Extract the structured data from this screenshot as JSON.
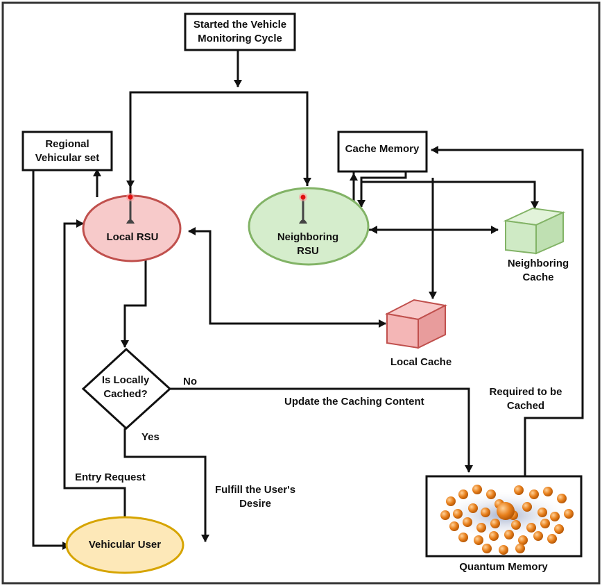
{
  "nodes": {
    "start": {
      "line1": "Started the Vehicle",
      "line2": "Monitoring Cycle"
    },
    "regional": {
      "line1": "Regional",
      "line2": "Vehicular set"
    },
    "cache_memory": {
      "label": "Cache Memory"
    },
    "local_rsu": {
      "label": "Local RSU"
    },
    "neighboring_rsu": {
      "line1": "Neighboring",
      "line2": "RSU"
    },
    "neighboring_cache": {
      "line1": "Neighboring",
      "line2": "Cache"
    },
    "local_cache": {
      "label": "Local Cache"
    },
    "decision": {
      "line1": "Is Locally",
      "line2": "Cached?"
    },
    "vehicular_user": {
      "label": "Vehicular User"
    },
    "quantum_memory": {
      "label": "Quantum Memory"
    }
  },
  "edge_labels": {
    "no": "No",
    "yes": "Yes",
    "update": "Update the Caching Content",
    "required_1": "Required to be",
    "required_2": "Cached",
    "entry_request": "Entry Request",
    "fulfill_1": "Fulfill the User's",
    "fulfill_2": "Desire"
  },
  "colors": {
    "local_rsu_fill": "#f7caca",
    "local_rsu_stroke": "#c0504d",
    "neighbor_rsu_fill": "#d5edcc",
    "neighbor_rsu_stroke": "#82b366",
    "user_fill": "#fde8b8",
    "user_stroke": "#d6a400",
    "cache_local_fill": "#f4b6b6",
    "cache_neighbor_fill": "#cfeac5",
    "quantum_atom": "#e8801c"
  }
}
